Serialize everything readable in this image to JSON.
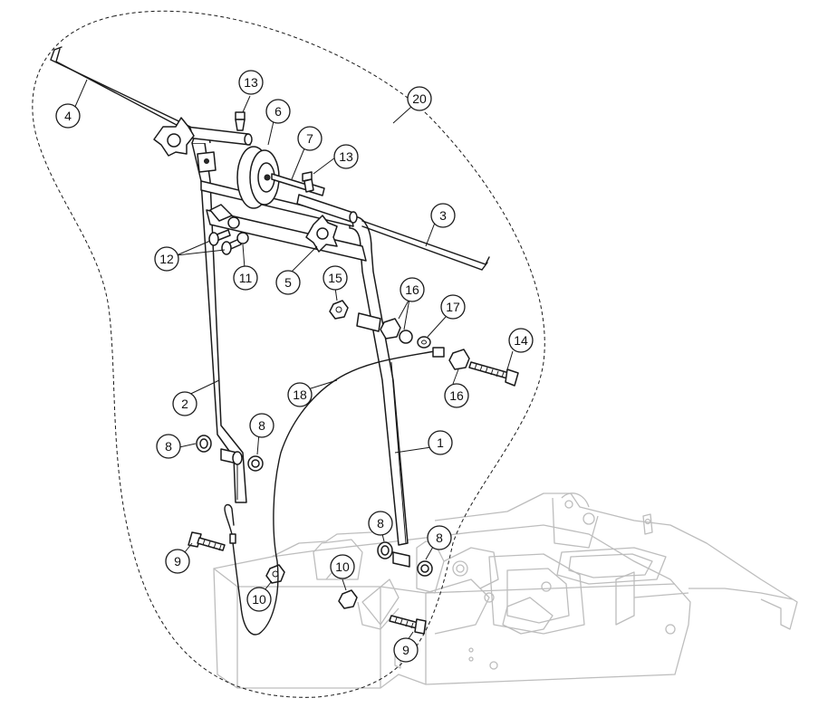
{
  "diagram": {
    "callouts": [
      "1",
      "2",
      "3",
      "4",
      "5",
      "6",
      "7",
      "8",
      "8",
      "8",
      "8",
      "9",
      "9",
      "10",
      "10",
      "11",
      "12",
      "13",
      "13",
      "14",
      "15",
      "16",
      "16",
      "17",
      "18",
      "20"
    ]
  }
}
